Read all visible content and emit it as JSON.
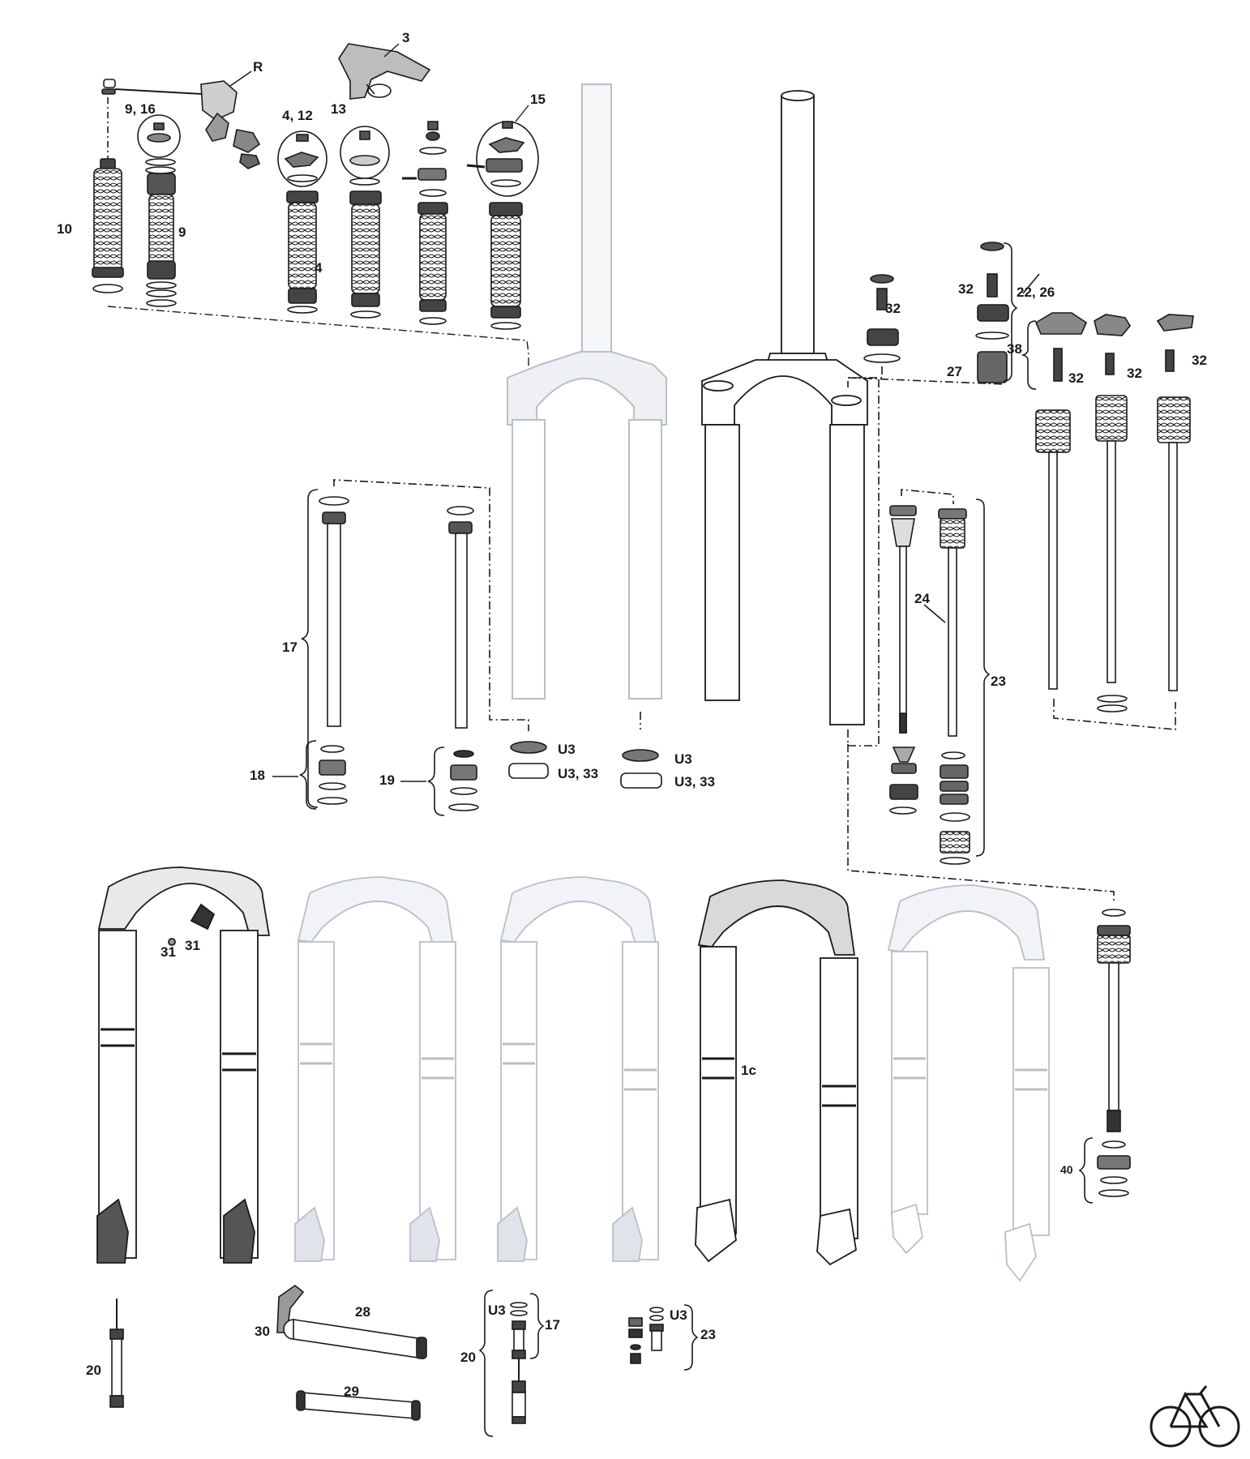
{
  "callouts": {
    "c3": "3",
    "cR": "R",
    "c9_16": "9, 16",
    "c4_12": "4, 12",
    "c13": "13",
    "c15": "15",
    "c10": "10",
    "c9": "9",
    "c4": "4",
    "c32a": "32",
    "c32b": "32",
    "c22_26": "22, 26",
    "c38": "38",
    "c27": "27",
    "c32c": "32",
    "c32d": "32",
    "c32e": "32",
    "c17": "17",
    "c18": "18",
    "c19": "19",
    "cU3a": "U3",
    "cU3_33a": "U3, 33",
    "cU3b": "U3",
    "cU3_33b": "U3, 33",
    "c24": "24",
    "c23": "23",
    "c31a": "31",
    "c31b": "31",
    "c1c": "1c",
    "c40": "40",
    "c20a": "20",
    "c30": "30",
    "c28": "28",
    "c29": "29",
    "cU3c": "U3",
    "c17b": "17",
    "c20b": "20",
    "cU3d": "U3",
    "c23b": "23"
  },
  "logo": {
    "name": "bicycle-logo-icon"
  },
  "colors": {
    "ink": "#1a1a1a",
    "faded": "#b9bfc8",
    "fadedFill": "#e9ecf0",
    "darkPart": "#3a3a3a"
  }
}
